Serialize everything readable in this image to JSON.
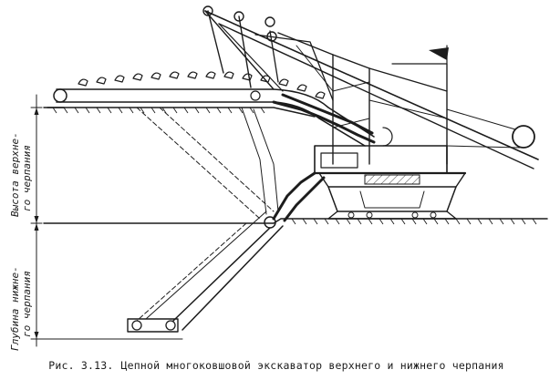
{
  "caption": {
    "figure_number": "Рис. 3.13.",
    "text": "Цепной многоковшовой экскаватор верхнего и нижнего черпания"
  },
  "labels": {
    "upper_height_line1": "Высота верхне-",
    "upper_height_line2": "го черпания",
    "lower_depth_line1": "Глубина нижне-",
    "lower_depth_line2": "го черпания"
  }
}
